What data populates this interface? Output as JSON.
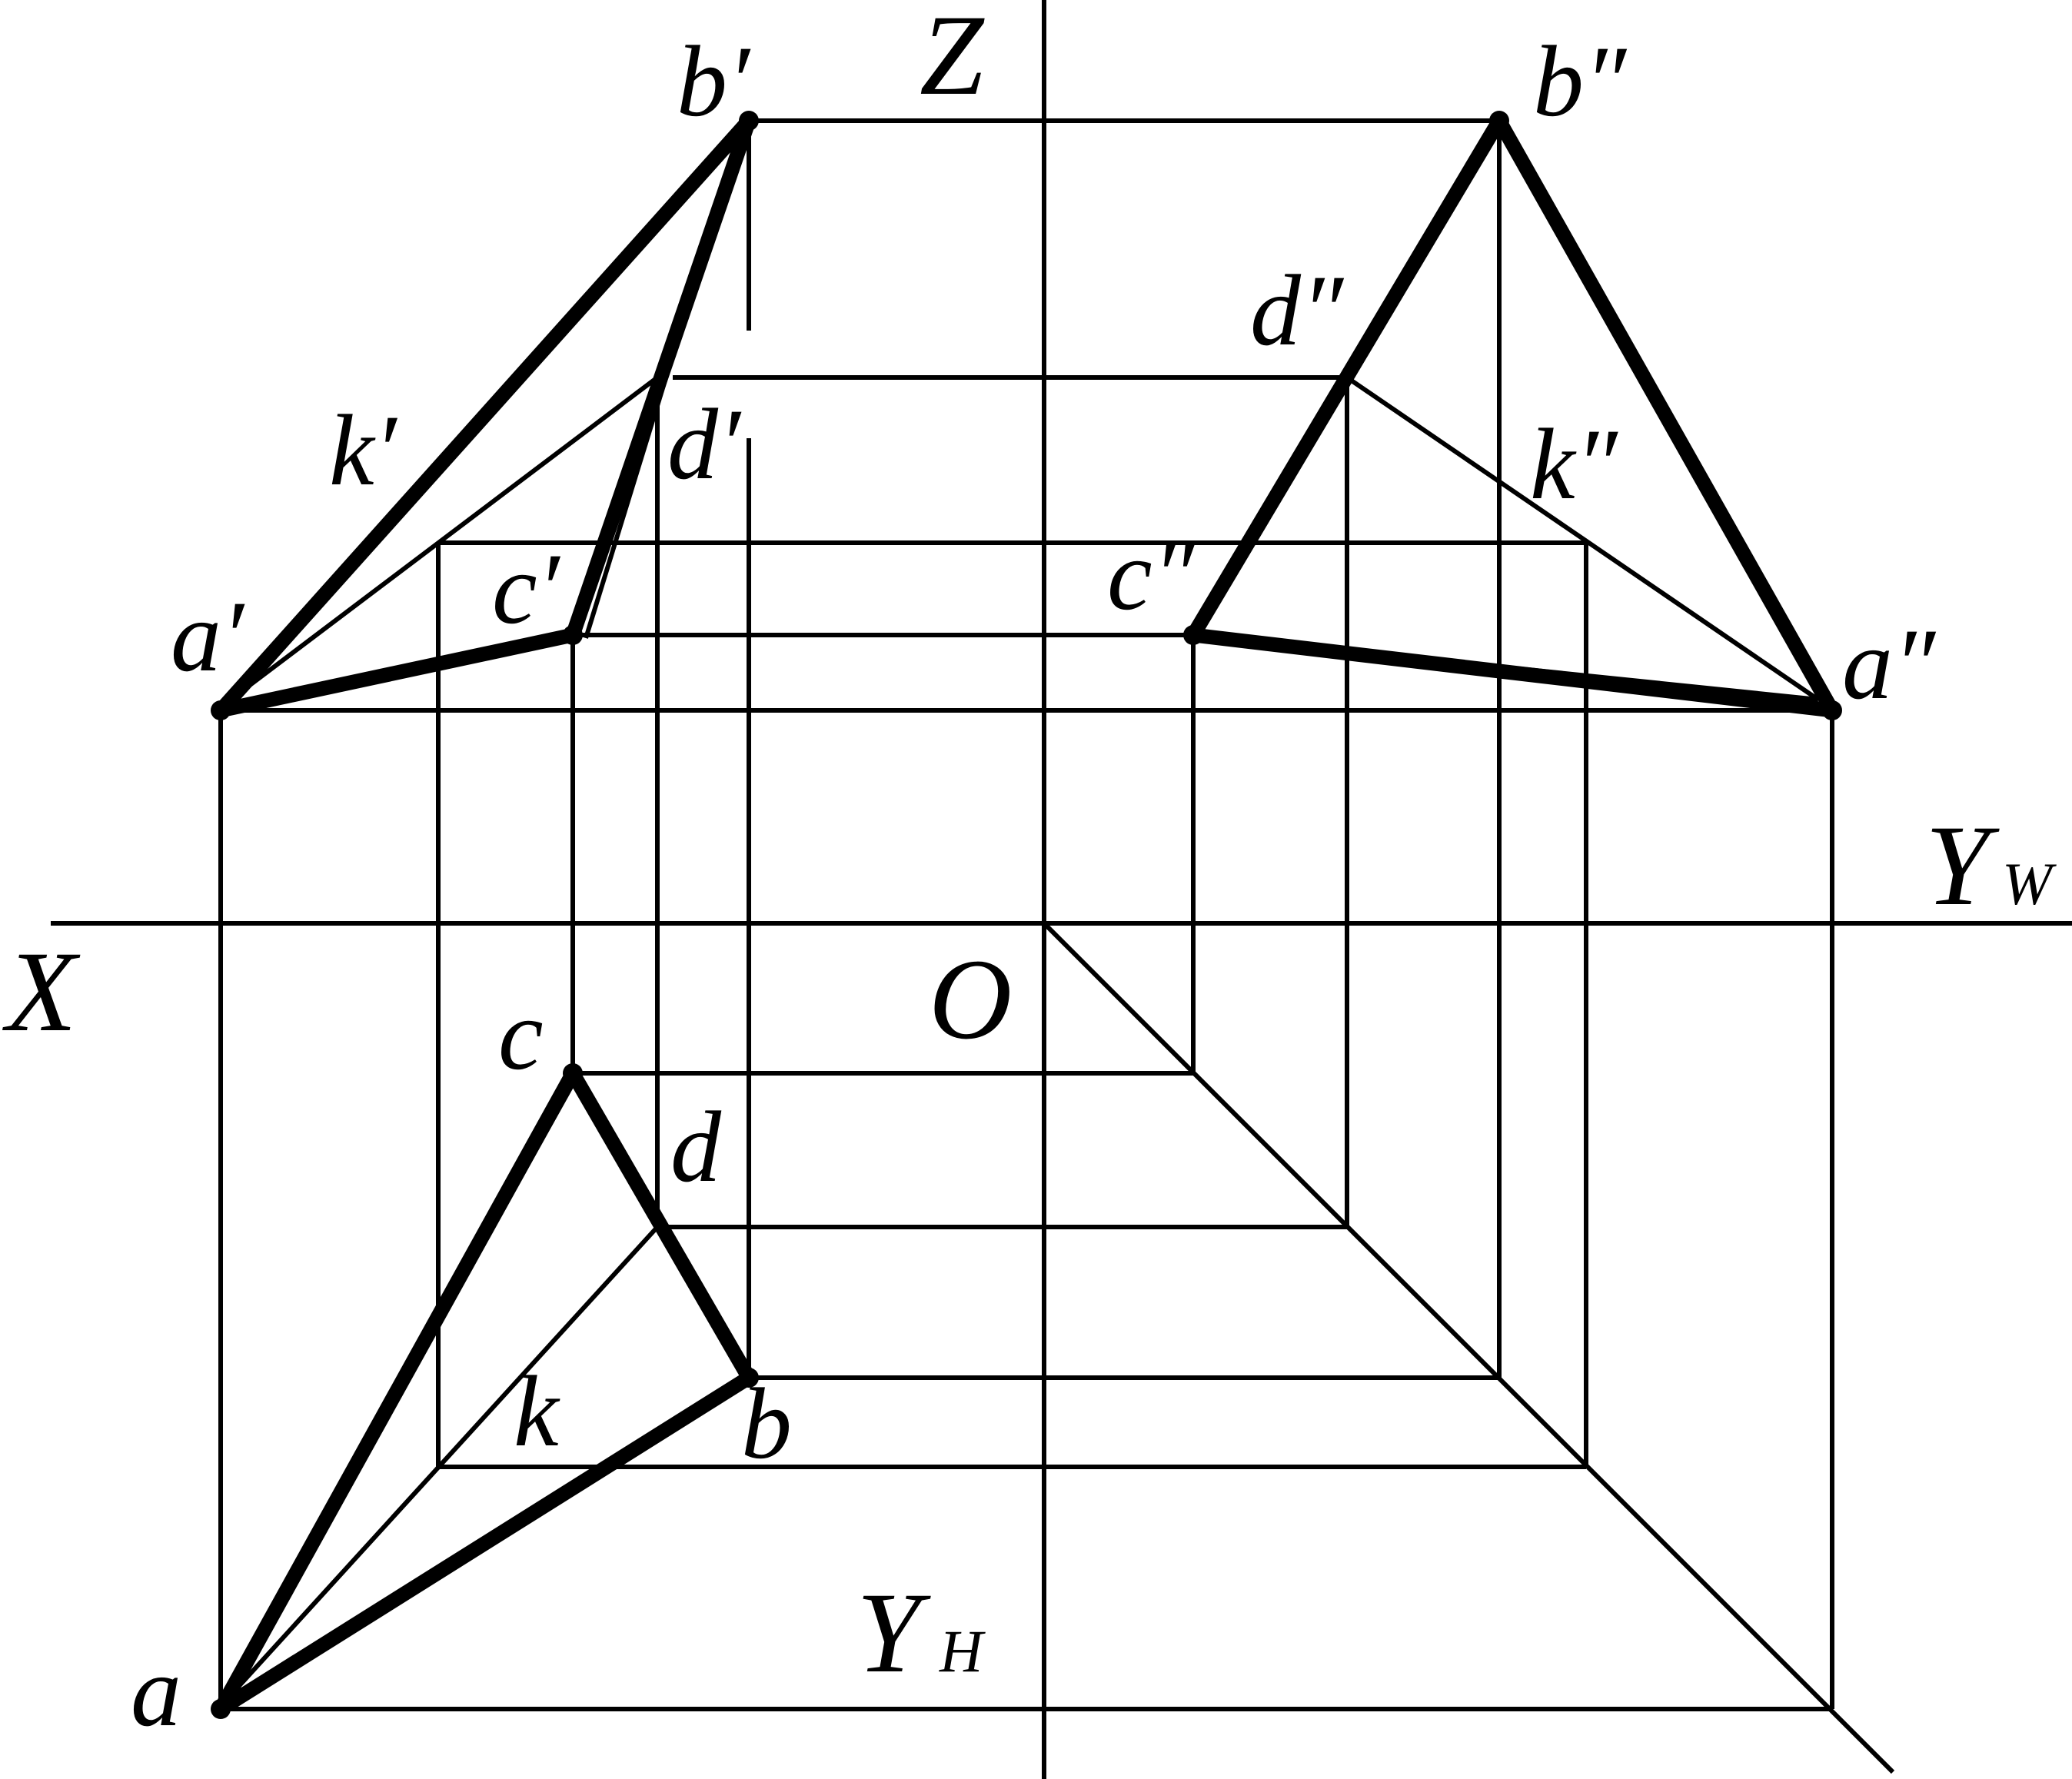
{
  "axes": {
    "x": "X",
    "z": "Z",
    "yw": "Y",
    "yw_sub": "W",
    "yh": "Y",
    "yh_sub": "H",
    "origin": "O"
  },
  "points": {
    "a": "a",
    "b": "b",
    "c": "c",
    "d": "d",
    "k": "k",
    "a1": "a′",
    "b1": "b′",
    "c1": "c′",
    "d1": "d′",
    "k1": "k′",
    "a2": "a″",
    "b2": "b″",
    "c2": "c″",
    "d2": "d″",
    "k2": "k″"
  }
}
